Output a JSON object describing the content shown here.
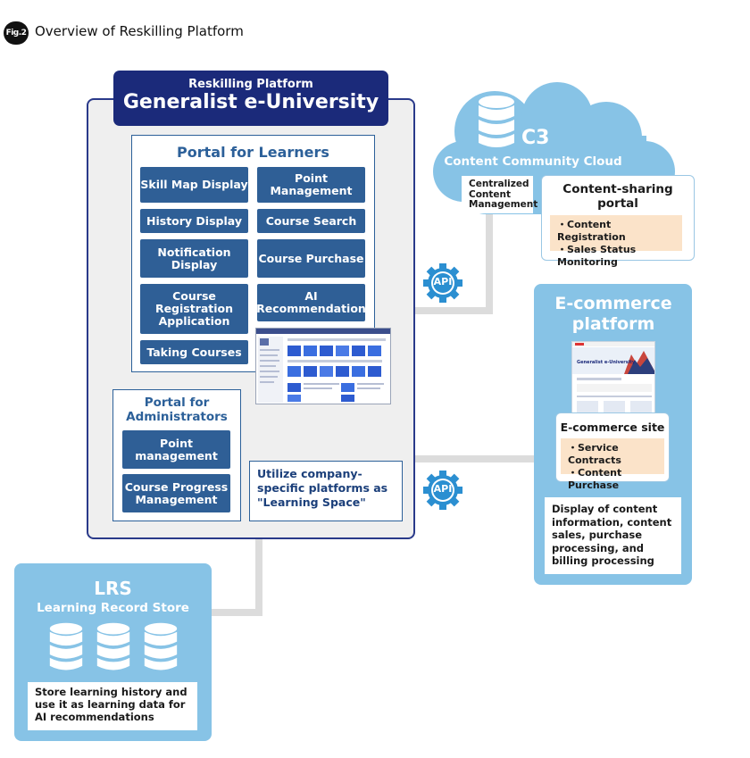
{
  "figure": {
    "badge": "Fig.2",
    "title": "Overview of Reskilling Platform"
  },
  "main": {
    "header_sub": "Reskilling Platform",
    "header_title": "Generalist e-University",
    "learner_portal": {
      "title": "Portal for Learners",
      "features": [
        "Skill Map Display",
        "Point Management",
        "History Display",
        "Course Search",
        "Notification Display",
        "Course Purchase",
        "Course Registration Application",
        "AI Recommendation",
        "Taking Courses"
      ]
    },
    "admin_portal": {
      "title": "Portal for Administrators",
      "features": [
        "Point management",
        "Course Progress Management"
      ]
    },
    "utilize_text": "Utilize company-specific platforms as  \"Learning Space\""
  },
  "c3": {
    "title": "C3",
    "subtitle": "Content Community Cloud",
    "centralized": "Centralized Content Management",
    "sharing_title": "Content-sharing portal",
    "sharing_items": [
      "・Content Registration",
      "・Sales Status Monitoring"
    ]
  },
  "api": {
    "label": "API"
  },
  "ecommerce": {
    "title": "E-commerce platform",
    "site_title": "E-commerce site",
    "site_items": [
      "・Service Contracts",
      "・Content Purchase"
    ],
    "description": "Display of content information, content sales, purchase processing, and billing processing",
    "preview_headline": "Generalist e-University"
  },
  "lrs": {
    "title": "LRS",
    "subtitle": "Learning Record Store",
    "description": "Store learning history and use it as learning data for AI recommendations"
  },
  "colors": {
    "navy": "#1b2a7a",
    "button_blue": "#2f5f96",
    "light_blue": "#87c3e6",
    "peach": "#fbe3c9",
    "api_blue": "#2b8fd1",
    "connector_gray": "#dcdcdc"
  }
}
